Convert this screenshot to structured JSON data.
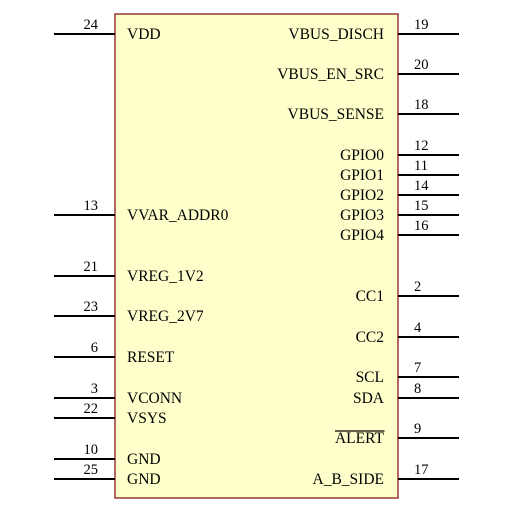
{
  "component": {
    "body_color": "#ffffcc",
    "outline_color": "#8b1a1a",
    "pin_color": "#000000",
    "left_pins": [
      {
        "number": "24",
        "name": "VDD"
      },
      {
        "number": "13",
        "name": "VVAR_ADDR0"
      },
      {
        "number": "21",
        "name": "VREG_1V2"
      },
      {
        "number": "23",
        "name": "VREG_2V7"
      },
      {
        "number": "6",
        "name": "RESET"
      },
      {
        "number": "3",
        "name": "VCONN"
      },
      {
        "number": "22",
        "name": "VSYS"
      },
      {
        "number": "10",
        "name": "GND"
      },
      {
        "number": "25",
        "name": "GND"
      }
    ],
    "right_pins": [
      {
        "number": "19",
        "name": "VBUS_DISCH"
      },
      {
        "number": "20",
        "name": "VBUS_EN_SRC"
      },
      {
        "number": "18",
        "name": "VBUS_SENSE"
      },
      {
        "number": "12",
        "name": "GPIO0"
      },
      {
        "number": "11",
        "name": "GPIO1"
      },
      {
        "number": "14",
        "name": "GPIO2"
      },
      {
        "number": "15",
        "name": "GPIO3"
      },
      {
        "number": "16",
        "name": "GPIO4"
      },
      {
        "number": "2",
        "name": "CC1"
      },
      {
        "number": "4",
        "name": "CC2"
      },
      {
        "number": "7",
        "name": "SCL"
      },
      {
        "number": "8",
        "name": "SDA"
      },
      {
        "number": "9",
        "name": "ALERT",
        "active_low": true
      },
      {
        "number": "17",
        "name": "A_B_SIDE"
      }
    ]
  }
}
